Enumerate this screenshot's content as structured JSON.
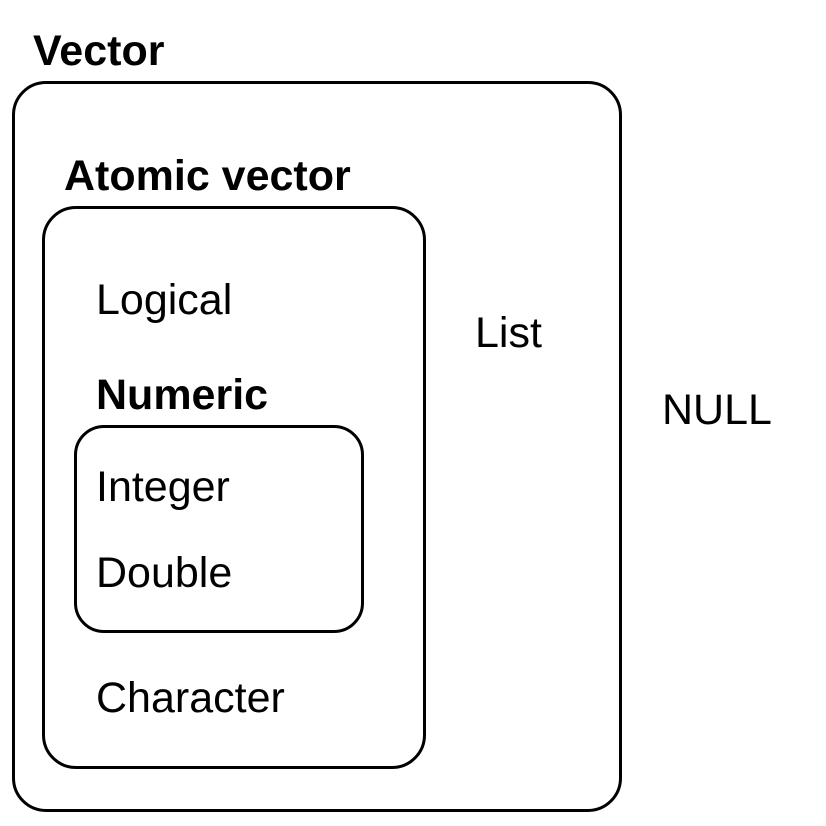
{
  "diagram": {
    "vector": {
      "title": "Vector",
      "atomic_vector": {
        "title": "Atomic vector",
        "logical": "Logical",
        "numeric": {
          "title": "Numeric",
          "integer": "Integer",
          "double": "Double"
        },
        "character": "Character"
      },
      "list": "List"
    },
    "null": "NULL"
  },
  "colors": {
    "stroke": "#000000",
    "text": "#000000",
    "background": "#ffffff"
  }
}
